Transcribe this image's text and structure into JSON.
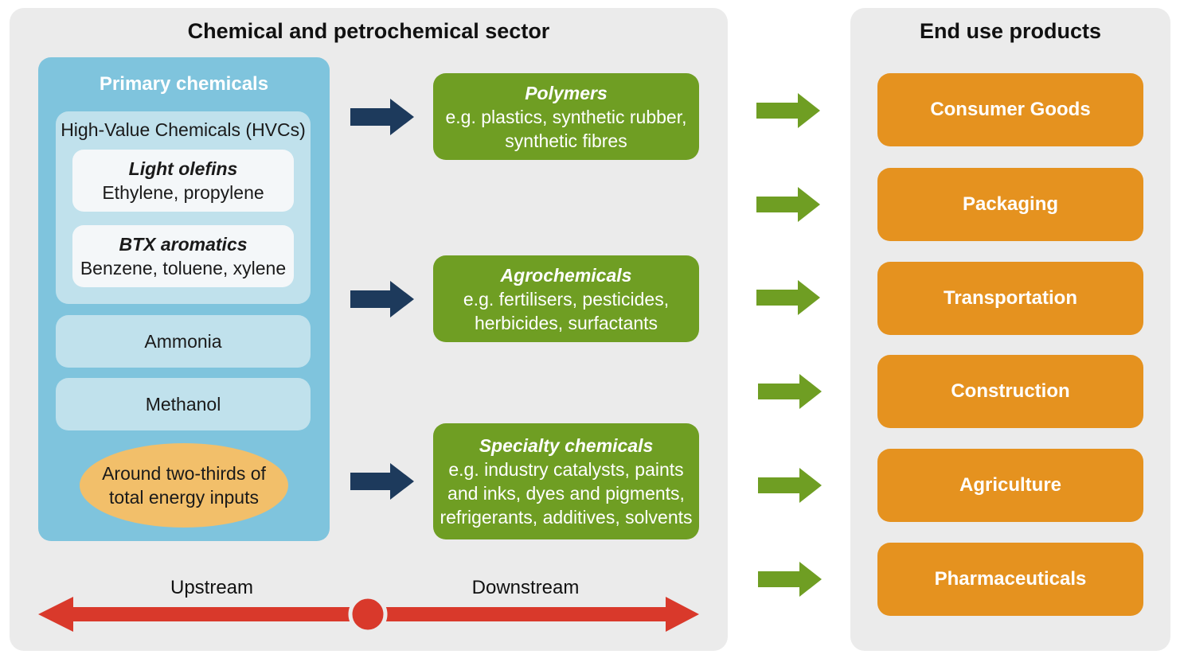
{
  "left_panel": {
    "title": "Chemical and petrochemical sector"
  },
  "right_panel": {
    "title": "End use products"
  },
  "primary": {
    "title": "Primary chemicals",
    "hvc": {
      "title": "High-Value Chemicals (HVCs)",
      "light_olefins": {
        "title": "Light olefins",
        "desc": "Ethylene, propylene"
      },
      "btx": {
        "title": "BTX aromatics",
        "desc": "Benzene, toluene, xylene"
      }
    },
    "ammonia": "Ammonia",
    "methanol": "Methanol",
    "energy_note": {
      "line1": "Around two-thirds of",
      "line2": "total energy inputs"
    }
  },
  "downstream_products": [
    {
      "title": "Polymers",
      "line1": "e.g. plastics, synthetic rubber,",
      "line2": "synthetic fibres"
    },
    {
      "title": "Agrochemicals",
      "line1": "e.g. fertilisers, pesticides,",
      "line2": "herbicides, surfactants"
    },
    {
      "title": "Specialty chemicals",
      "line1": "e.g. industry catalysts, paints",
      "line2": "and inks, dyes and pigments,",
      "line3": "refrigerants, additives, solvents"
    }
  ],
  "end_uses": [
    "Consumer Goods",
    "Packaging",
    "Transportation",
    "Construction",
    "Agriculture",
    "Pharmaceuticals"
  ],
  "stream": {
    "upstream": "Upstream",
    "downstream": "Downstream"
  },
  "colors": {
    "panel_bg": "#ebebeb",
    "primary_blue": "#7fc4dd",
    "hvc_light_blue": "#c0e1ec",
    "green": "#6f9e23",
    "orange": "#e5921f",
    "ellipse": "#f2bf6a",
    "navy_arrow": "#1d3a5c",
    "green_arrow": "#6f9e23",
    "red_arrow": "#d9392b"
  }
}
